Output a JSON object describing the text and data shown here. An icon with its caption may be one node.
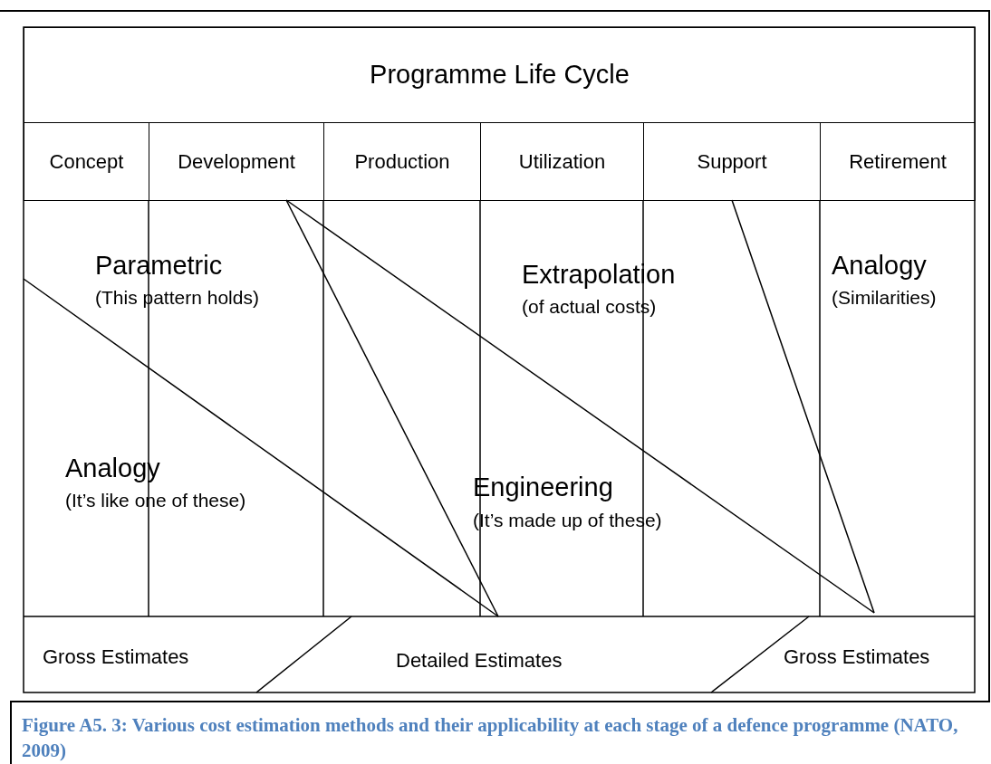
{
  "diagram": {
    "caption": "Figure A5. 3: Various cost estimation methods and their applicability at each stage of a defence programme (NATO, 2009)",
    "nodes": [
      {
        "text": [
          "Programme Life Cycle"
        ]
      },
      {
        "text": [
          "Concept"
        ]
      },
      {
        "text": [
          "Development"
        ]
      },
      {
        "text": [
          "Production"
        ]
      },
      {
        "text": [
          "Utilization"
        ]
      },
      {
        "text": [
          "Support"
        ]
      },
      {
        "text": [
          "Retirement"
        ]
      }
    ],
    "labels": [
      "Parametric",
      "(This pattern holds)",
      "Extrapolation",
      "(of actual costs)",
      "Analogy",
      "(Similarities)",
      "Analogy",
      "(It’s like one of these)",
      "Engineering",
      "(It’s made up of these)",
      "Gross Estimates",
      "Detailed Estimates",
      "Gross Estimates"
    ]
  }
}
